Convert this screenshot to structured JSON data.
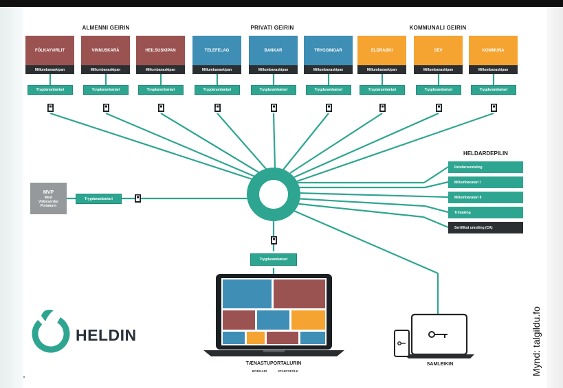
{
  "groups": {
    "almenni": "ALMENNI GEIRIN",
    "privati": "PRIVATI GEIRIN",
    "kommunali": "KOMMUNALI GEIRIN"
  },
  "sectors": [
    {
      "label": "FÓLKAYVIRLIT",
      "color": "#9b5352"
    },
    {
      "label": "VINNUSKARÁ",
      "color": "#9b5352"
    },
    {
      "label": "HEILSUSKIPAN",
      "color": "#9b5352"
    },
    {
      "label": "TELEFELAG",
      "color": "#3e8eb5"
    },
    {
      "label": "BANKAR",
      "color": "#3e8eb5"
    },
    {
      "label": "TRYGGINGAR",
      "color": "#3e8eb5"
    },
    {
      "label": "ELDRAØKI",
      "color": "#f5a432"
    },
    {
      "label": "SEV",
      "color": "#f5a432"
    },
    {
      "label": "KOMMUNA",
      "color": "#f5a432"
    }
  ],
  "sector_sub_label": "Millumbanaskipan",
  "secure_label": "Trygdarambætari",
  "heldardepilin": {
    "title": "HELDARDEPILIN",
    "items": [
      {
        "label": "Reinfarsendsling",
        "dark": false
      },
      {
        "label": "Millumbanatari I",
        "dark": false
      },
      {
        "label": "Millumbanatari II",
        "dark": false
      },
      {
        "label": "Trimaking",
        "dark": false
      },
      {
        "label": "Sertifikat umsiting (CA)",
        "dark": true
      }
    ]
  },
  "mvp": {
    "title": "MVP",
    "line1": "Mest",
    "line2": "Virkisverdur",
    "line3": "Portalurin"
  },
  "logo": {
    "text": "HELDIN"
  },
  "portal": {
    "title": "TÆNASTUPORTALURIN",
    "sub1": "BORGARI",
    "sub2": "STARVSFÓLK"
  },
  "samleikin": {
    "title": "SAMLEIKIN"
  },
  "credit": "Mynd: talgildu.fo",
  "colors": {
    "teal": "#2ea591",
    "red": "#9b5352",
    "blue": "#3e8eb5",
    "orange": "#f5a432",
    "dark": "#2c2f31",
    "grey": "#95999b"
  }
}
